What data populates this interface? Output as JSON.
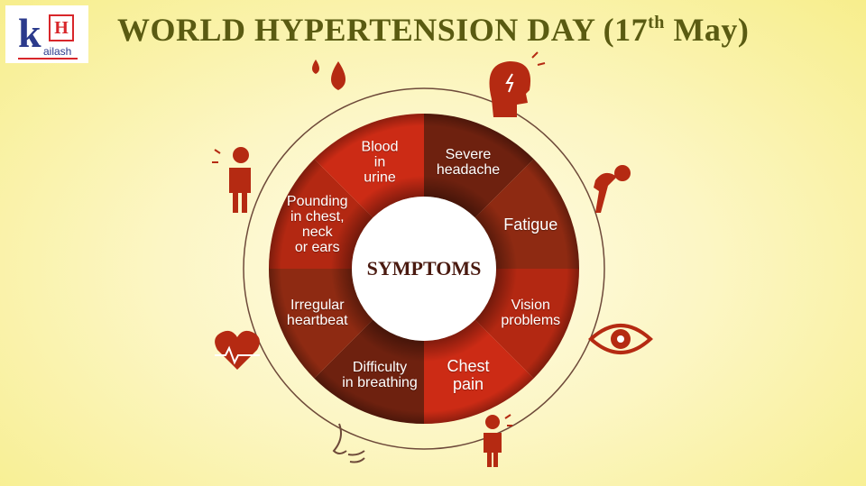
{
  "logo": {
    "letter_k": "k",
    "letter_h": "H",
    "name": "ailash"
  },
  "title": {
    "main": "WORLD HYPERTENSION DAY (17",
    "sup": "th",
    "end": " May)"
  },
  "center_label": "SYMPTOMS",
  "segments": [
    {
      "label": "Severe\nheadache",
      "color": "#6e210f",
      "icon": "headache-icon"
    },
    {
      "label": "Fatigue",
      "color": "#8e2a12",
      "icon": "fatigue-person-icon"
    },
    {
      "label": "Vision\nproblems",
      "color": "#b32812",
      "icon": "eye-icon"
    },
    {
      "label": "Chest\npain",
      "color": "#cc2b15",
      "icon": "chest-pain-person-icon"
    },
    {
      "label": "Difficulty\nin breathing",
      "color": "#6e210f",
      "icon": "nose-breathing-icon"
    },
    {
      "label": "Irregular\nheartbeat",
      "color": "#8e2a12",
      "icon": "heartbeat-icon"
    },
    {
      "label": "Pounding\nin chest,\nneck\nor ears",
      "color": "#b32812",
      "icon": "pounding-person-icon"
    },
    {
      "label": "Blood\nin\nurine",
      "color": "#cc2b15",
      "icon": "blood-drops-icon"
    }
  ],
  "colors": {
    "icon": "#b52a12",
    "title": "#5a5b12",
    "ring_outline": "#6e4a3a"
  }
}
